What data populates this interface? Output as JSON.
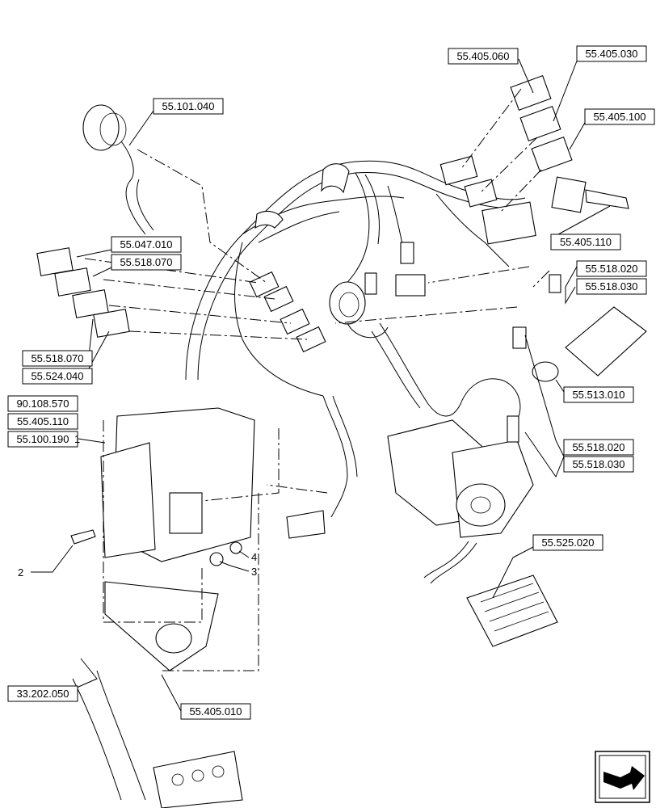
{
  "callouts": {
    "c55405060": "55.405.060",
    "c55405030": "55.405.030",
    "c55405100": "55.405.100",
    "c55101040": "55.101.040",
    "c55047010": "55.047.010",
    "c55518070a": "55.518.070",
    "c55518070b": "55.518.070",
    "c55524040": "55.524.040",
    "c55518020a": "55.518.020",
    "c55518030a": "55.518.030",
    "c55405110a": "55.405.110",
    "c55513010": "55.513.010",
    "c55518020b": "55.518.020",
    "c55518030b": "55.518.030",
    "c90108570": "90.108.570",
    "c55405110b": "55.405.110",
    "c55100190": "55.100.190",
    "c55525020": "55.525.020",
    "c33202050": "33.202.050",
    "c55405010": "55.405.010"
  },
  "item_numbers": {
    "n1": "1",
    "n2": "2",
    "n3": "3",
    "n4": "4"
  },
  "icons": {
    "nav": "next-page-arrow-icon"
  }
}
